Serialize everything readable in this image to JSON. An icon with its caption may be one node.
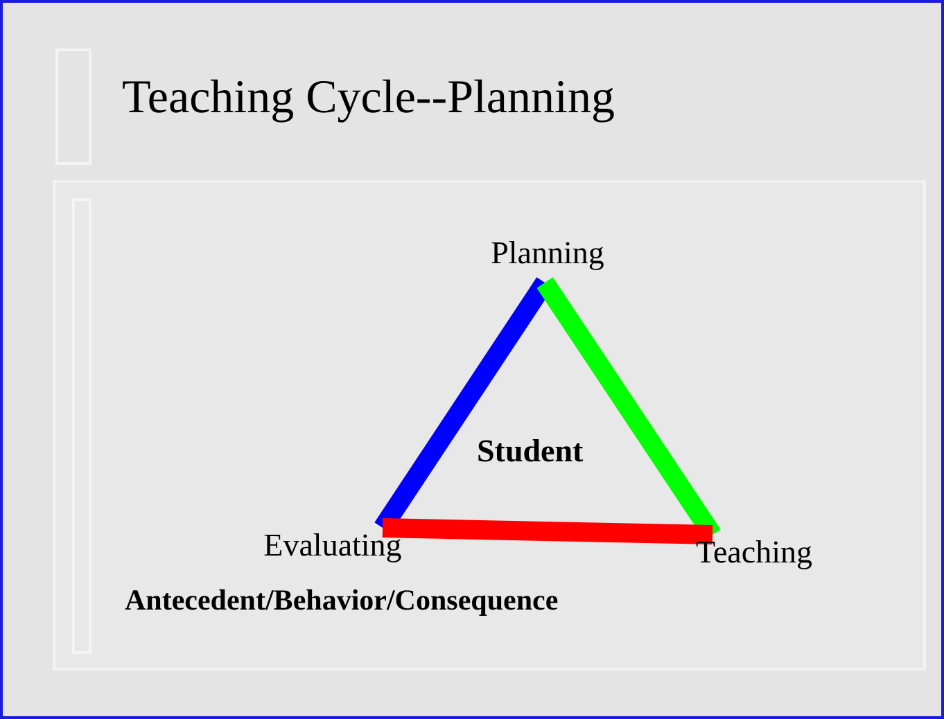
{
  "diagram": {
    "title": "Teaching Cycle--Planning",
    "nodes": [
      {
        "text": [
          "Planning"
        ]
      },
      {
        "text": [
          "Teaching"
        ]
      },
      {
        "text": [
          "Evaluating"
        ]
      }
    ],
    "edges": [
      {
        "from": 2,
        "to": 0,
        "arrow": "none",
        "color": "#0000ff"
      },
      {
        "from": 0,
        "to": 1,
        "arrow": "none",
        "color": "#00ff00"
      },
      {
        "from": 1,
        "to": 2,
        "arrow": "none",
        "color": "#ff0000"
      }
    ],
    "labels": [
      "Student",
      "Antecedent/Behavior/Consequence"
    ]
  }
}
